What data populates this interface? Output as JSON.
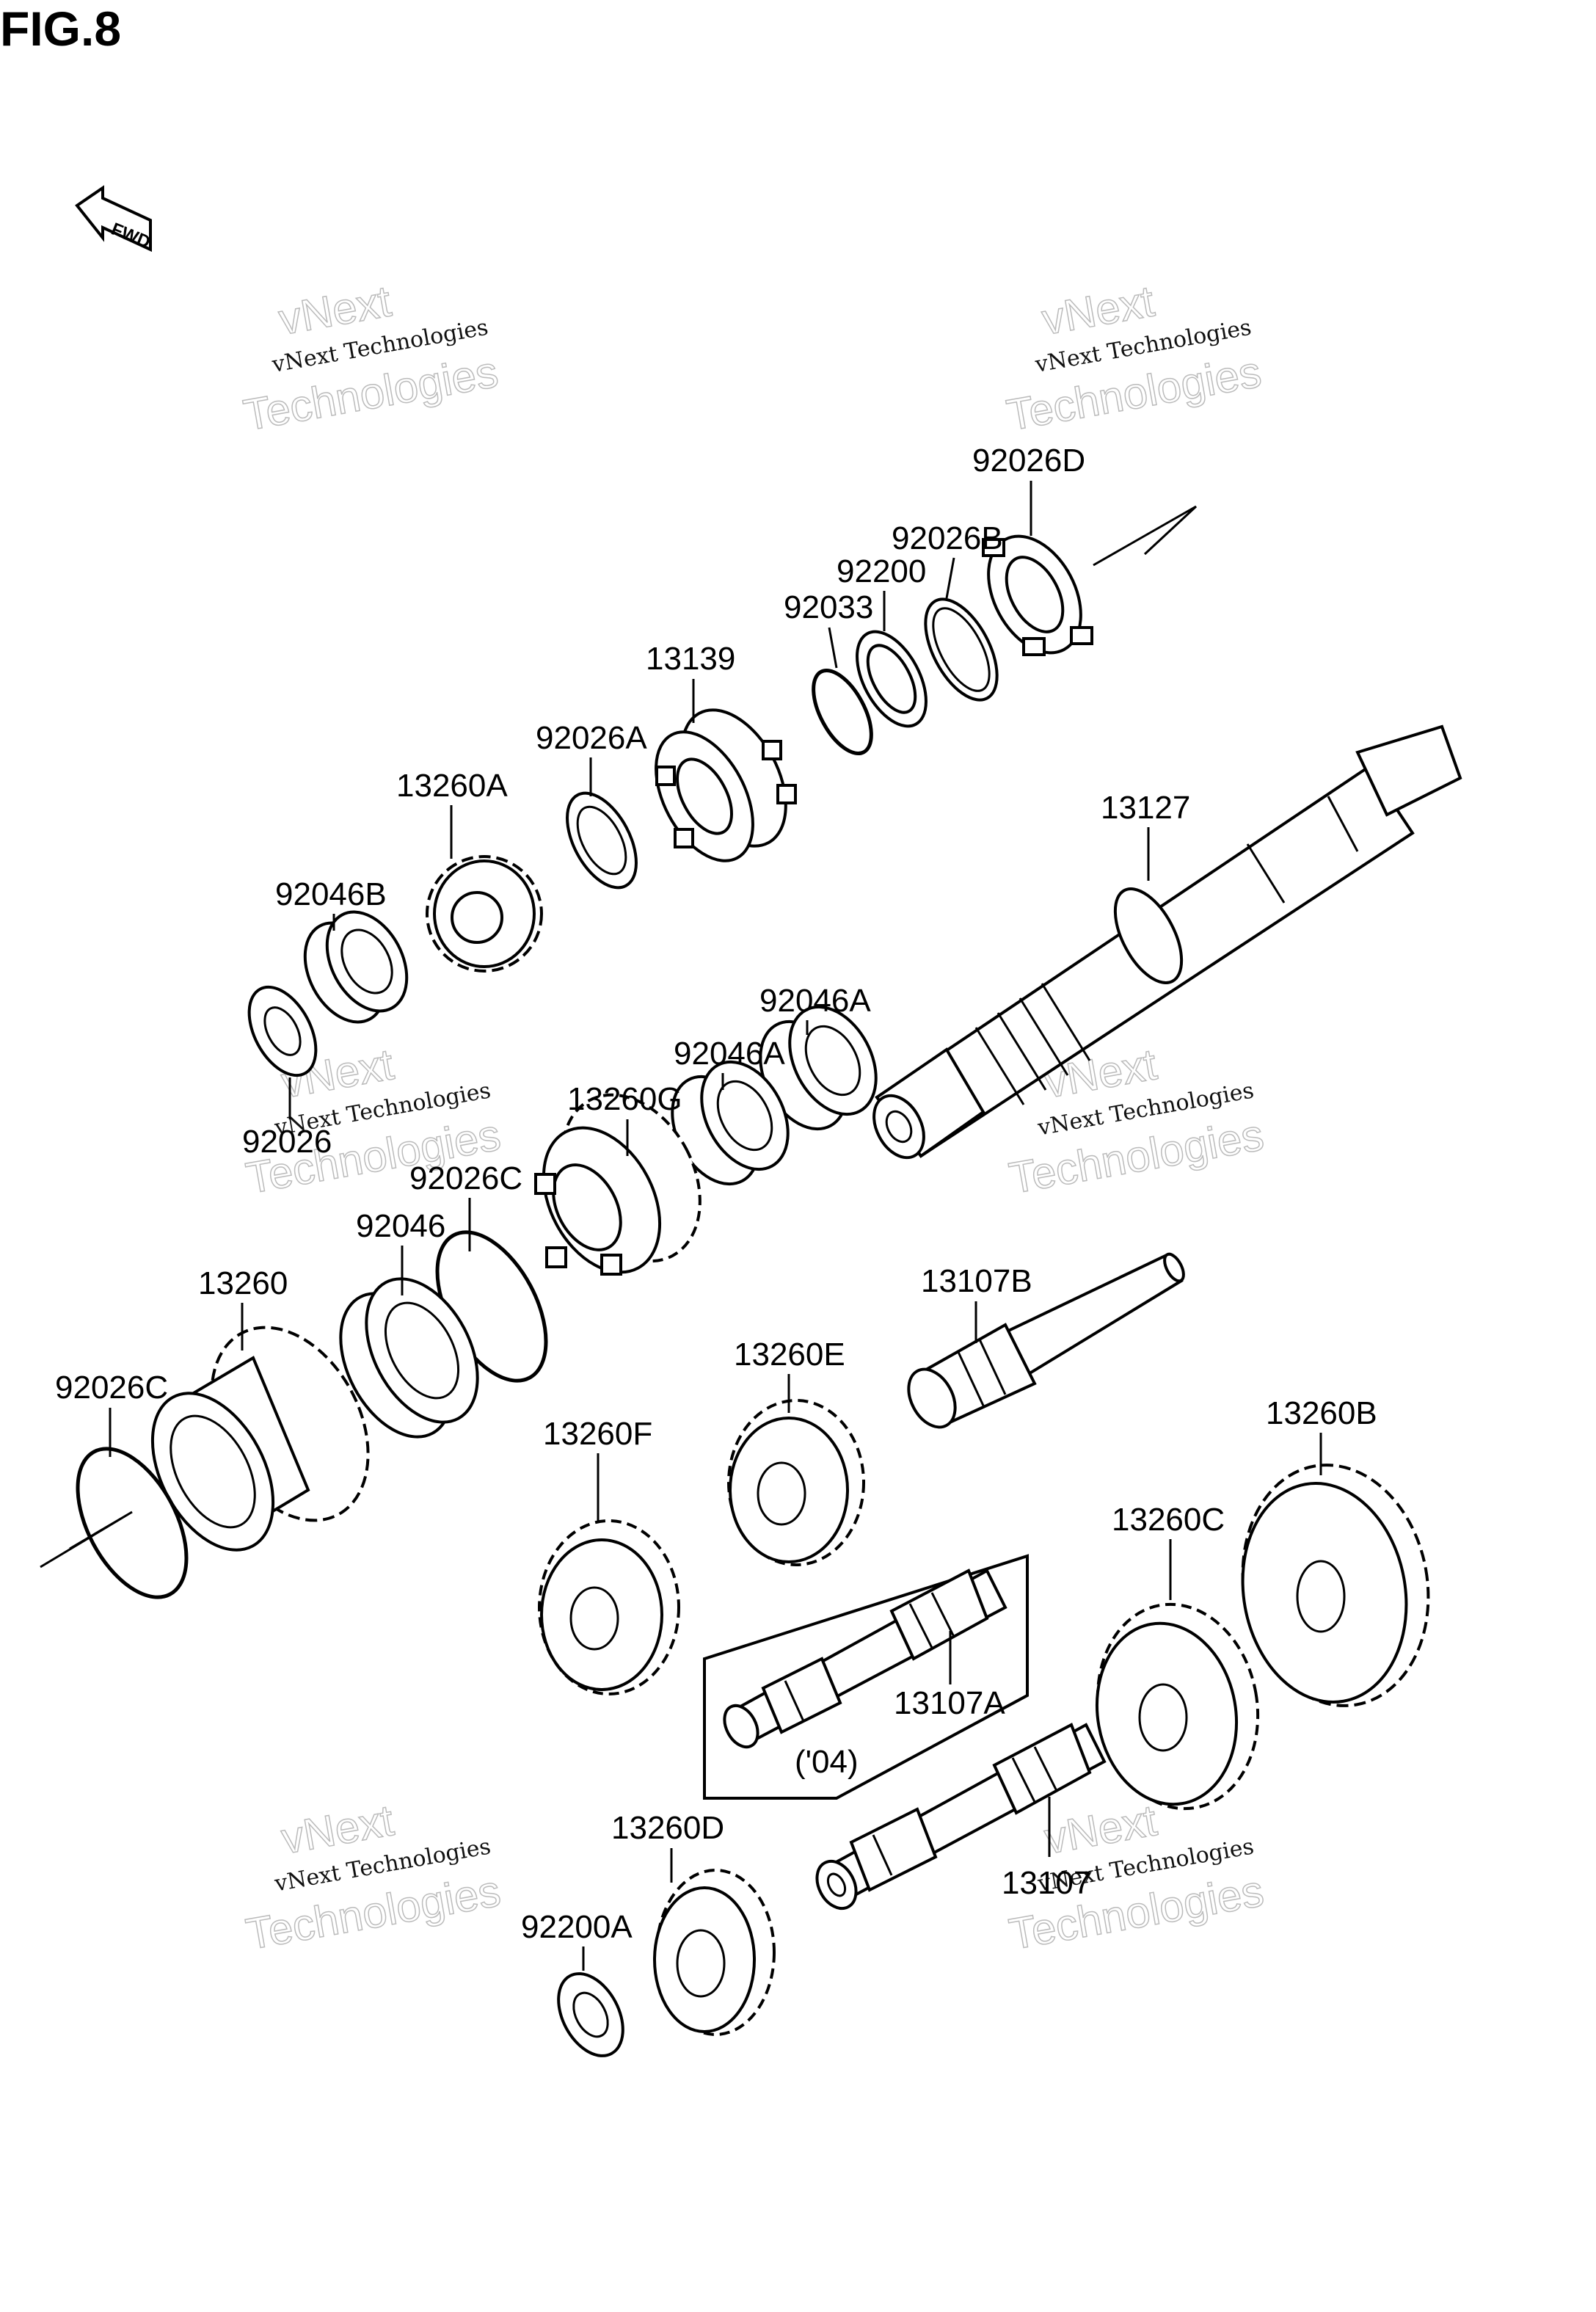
{
  "figure": {
    "title": "FIG.8",
    "fwd_label": "FWD"
  },
  "watermark": {
    "line1": "vNext Technologies",
    "line2": "vNext",
    "line3": "Technologies"
  },
  "labels": {
    "p92026D": "92026D",
    "p92026B": "92026B",
    "p92200": "92200",
    "p92033": "92033",
    "p13139": "13139",
    "p92026A": "92026A",
    "p13260A": "13260A",
    "p13127": "13127",
    "p92046B": "92046B",
    "p92026": "92026",
    "p92046A_1": "92046A",
    "p92046A_2": "92046A",
    "p13260G": "13260G",
    "p92026C_1": "92026C",
    "p92046": "92046",
    "p13260": "13260",
    "p92026C_2": "92026C",
    "p13107B": "13107B",
    "p13260E": "13260E",
    "p13260F": "13260F",
    "p13260B": "13260B",
    "p13260C": "13260C",
    "p13107A": "13107A",
    "year_note": "('04)",
    "p13260D": "13260D",
    "p92200A": "92200A",
    "p13107": "13107"
  }
}
